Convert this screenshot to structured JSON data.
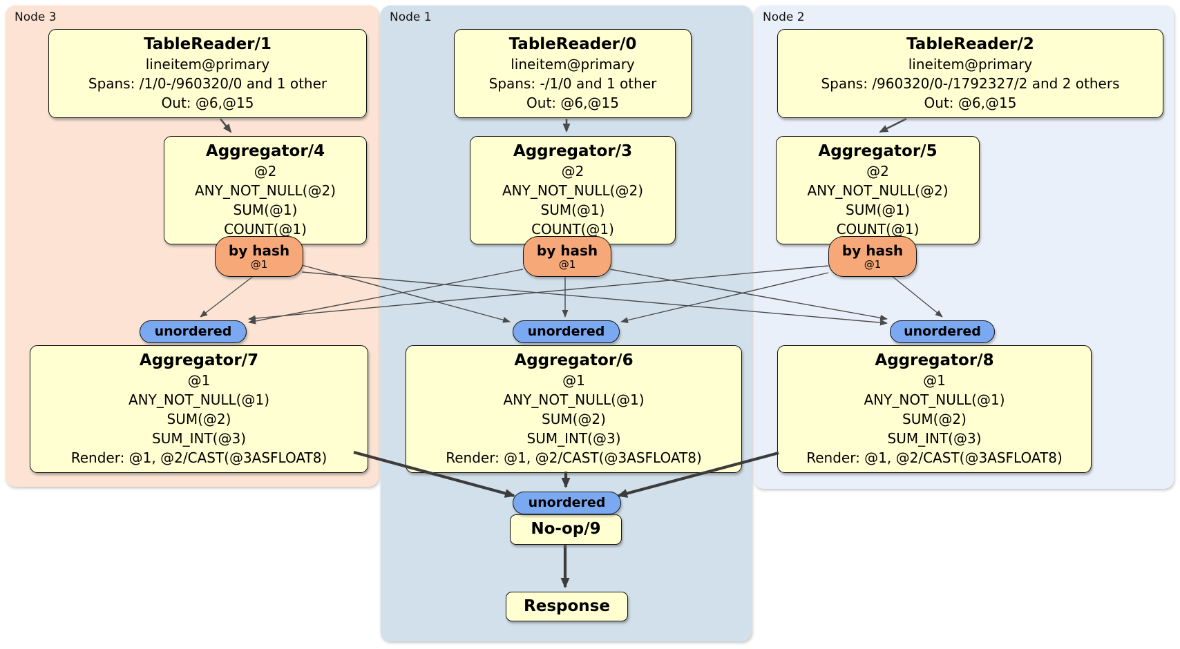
{
  "panels": {
    "node3": {
      "label": "Node 3"
    },
    "node1": {
      "label": "Node 1"
    },
    "node2": {
      "label": "Node 2"
    }
  },
  "boxes": {
    "tr1": {
      "title": "TableReader/1",
      "lines": [
        "lineitem@primary",
        "Spans: /1/0-/960320/0 and 1 other",
        "Out: @6,@15"
      ]
    },
    "tr0": {
      "title": "TableReader/0",
      "lines": [
        "lineitem@primary",
        "Spans: -/1/0 and 1 other",
        "Out: @6,@15"
      ]
    },
    "tr2": {
      "title": "TableReader/2",
      "lines": [
        "lineitem@primary",
        "Spans: /960320/0-/1792327/2 and 2 others",
        "Out: @6,@15"
      ]
    },
    "agg4": {
      "title": "Aggregator/4",
      "lines": [
        "@2",
        "ANY_NOT_NULL(@2)",
        "SUM(@1)",
        "COUNT(@1)"
      ]
    },
    "agg3": {
      "title": "Aggregator/3",
      "lines": [
        "@2",
        "ANY_NOT_NULL(@2)",
        "SUM(@1)",
        "COUNT(@1)"
      ]
    },
    "agg5": {
      "title": "Aggregator/5",
      "lines": [
        "@2",
        "ANY_NOT_NULL(@2)",
        "SUM(@1)",
        "COUNT(@1)"
      ]
    },
    "agg7": {
      "title": "Aggregator/7",
      "lines": [
        "@1",
        "ANY_NOT_NULL(@1)",
        "SUM(@2)",
        "SUM_INT(@3)",
        "Render: @1, @2/CAST(@3ASFLOAT8)"
      ]
    },
    "agg6": {
      "title": "Aggregator/6",
      "lines": [
        "@1",
        "ANY_NOT_NULL(@1)",
        "SUM(@2)",
        "SUM_INT(@3)",
        "Render: @1, @2/CAST(@3ASFLOAT8)"
      ]
    },
    "agg8": {
      "title": "Aggregator/8",
      "lines": [
        "@1",
        "ANY_NOT_NULL(@1)",
        "SUM(@2)",
        "SUM_INT(@3)",
        "Render: @1, @2/CAST(@3ASFLOAT8)"
      ]
    },
    "noop": {
      "title": "No-op/9"
    },
    "response": {
      "title": "Response"
    }
  },
  "routers": {
    "node3": {
      "label": "by hash",
      "sub": "@1"
    },
    "node1": {
      "label": "by hash",
      "sub": "@1"
    },
    "node2": {
      "label": "by hash",
      "sub": "@1"
    }
  },
  "syncs": {
    "node3": {
      "label": "unordered"
    },
    "node1": {
      "label": "unordered"
    },
    "node2": {
      "label": "unordered"
    },
    "final": {
      "label": "unordered"
    }
  },
  "colors": {
    "panel_node3_bg": "#fce3d3",
    "panel_node1_bg": "#d2e0eb",
    "panel_node2_bg": "#eaf0fa",
    "processor_box_bg": "#ffffd2",
    "router_pill_bg": "#f6a878",
    "sync_pill_bg": "#7aa9f2",
    "edge_thin": "#4a4a4a",
    "edge_thick": "#3c3c3c",
    "border": "#111111"
  }
}
